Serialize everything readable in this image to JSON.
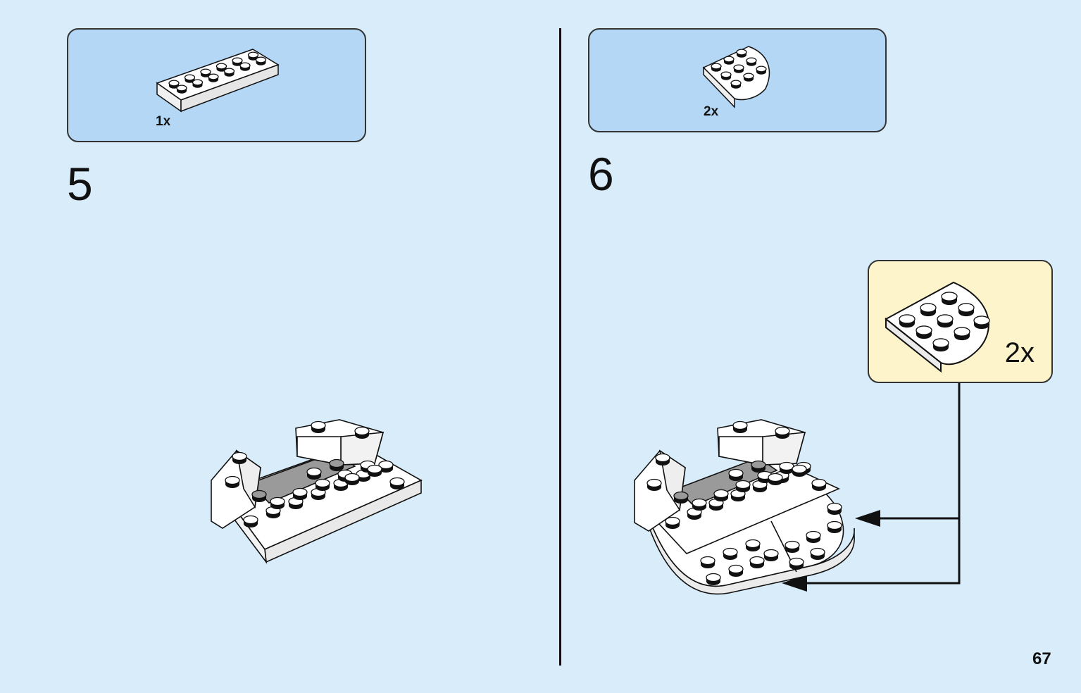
{
  "left_step": {
    "number": "5",
    "parts": [
      {
        "quantity": "1x",
        "piece": "plate-2x6-white-icon"
      }
    ]
  },
  "right_step": {
    "number": "6",
    "parts": [
      {
        "quantity": "2x",
        "piece": "round-corner-plate-3x3-white-icon"
      }
    ],
    "callout": {
      "quantity": "2x",
      "piece": "round-corner-plate-3x3-white-icon"
    }
  },
  "page_number": "67",
  "colors": {
    "background": "#d8ecfa",
    "parts_box": "#b3d7f5",
    "callout": "#fdf4cc",
    "brick": "#ffffff",
    "dark_plate": "#9a9a9a",
    "outline": "#111111"
  }
}
